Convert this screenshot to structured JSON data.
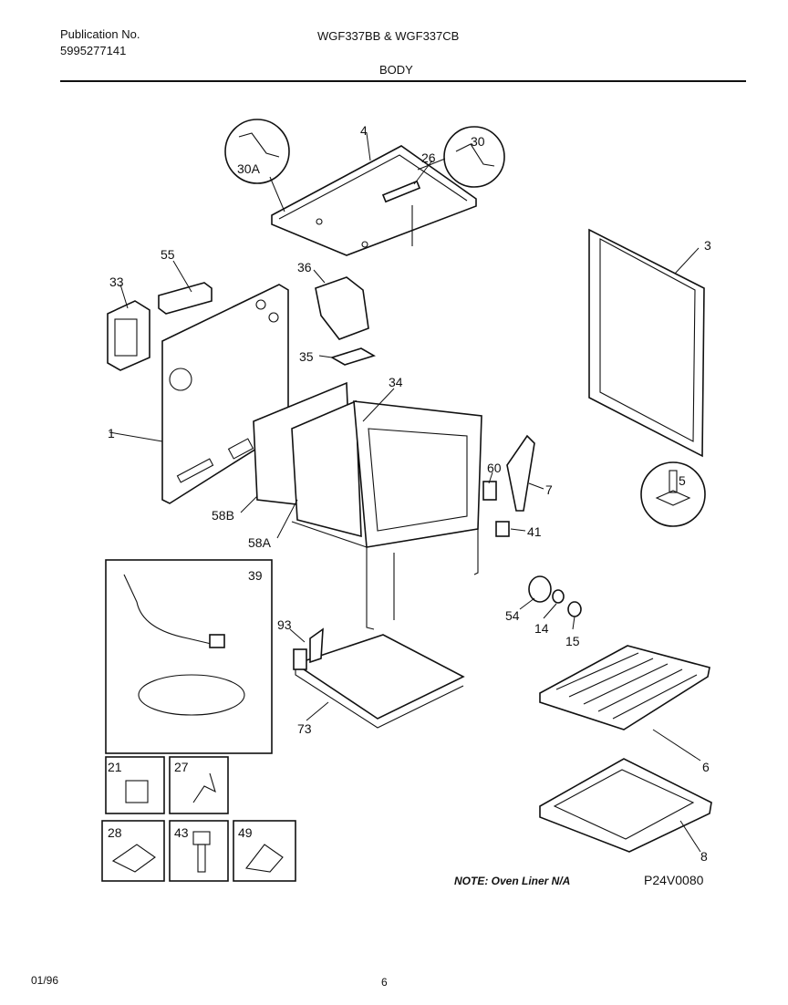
{
  "header": {
    "publication_label": "Publication No.",
    "publication_number": "5995277141",
    "model": "WGF337BB & WGF337CB",
    "section": "BODY"
  },
  "parts": {
    "p1": "1",
    "p3": "3",
    "p4": "4",
    "p5": "5",
    "p6": "6",
    "p7": "7",
    "p8": "8",
    "p14": "14",
    "p15": "15",
    "p21": "21",
    "p26": "26",
    "p27": "27",
    "p28": "28",
    "p30": "30",
    "p30a": "30A",
    "p33": "33",
    "p34": "34",
    "p35": "35",
    "p36": "36",
    "p39": "39",
    "p41": "41",
    "p43": "43",
    "p49": "49",
    "p54": "54",
    "p55": "55",
    "p58a": "58A",
    "p58b": "58B",
    "p60": "60",
    "p73": "73",
    "p93": "93"
  },
  "note": "NOTE: Oven Liner N/A",
  "figure_code": "P24V0080",
  "footer": {
    "date": "01/96",
    "page": "6"
  }
}
